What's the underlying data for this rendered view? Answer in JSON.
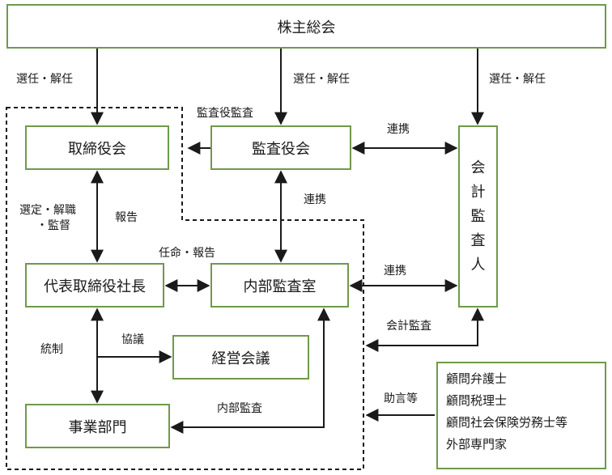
{
  "boxes": {
    "shareholders": "株主総会",
    "board": "取締役会",
    "audit_board": "監査役会",
    "auditor_chars": [
      "会",
      "計",
      "監",
      "査",
      "人"
    ],
    "president": "代表取締役社長",
    "internal_audit_office": "内部監査室",
    "management_meeting": "経営会議",
    "business_units": "事業部門"
  },
  "advisors": [
    "顧問弁護士",
    "顧問税理士",
    "顧問社会保険労務士等",
    "外部専門家"
  ],
  "labels": {
    "elect_dismiss_1": "選任・解任",
    "elect_dismiss_2": "選任・解任",
    "elect_dismiss_3": "選任・解任",
    "audit_of_board": "監査役監査",
    "cooperation_1": "連携",
    "cooperation_2": "連携",
    "cooperation_3": "連携",
    "select_dismiss_line1": "選定・解職",
    "select_dismiss_line2": "・監督",
    "report": "報告",
    "appoint_report": "任命・報告",
    "control": "統制",
    "consultation": "協議",
    "internal_audit": "内部監査",
    "accounting_audit": "会計監査",
    "advice": "助言等"
  },
  "colors": {
    "box_border": "#6f9a4a",
    "line": "#1a1a1a"
  }
}
